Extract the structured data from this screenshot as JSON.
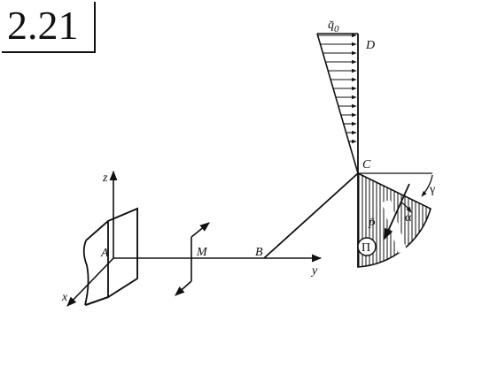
{
  "problem": {
    "number": "2.21"
  },
  "labels": {
    "point_a": "A",
    "point_b": "B",
    "point_c": "C",
    "point_d": "D",
    "moment_m": "M",
    "axis_x": "x",
    "axis_y": "y",
    "axis_z": "z",
    "load_q0": "q̄",
    "load_q0_sub": "0",
    "force_p": "P̄",
    "angle_alpha": "α",
    "angle_gamma": "γ",
    "plane_pi": "Π"
  },
  "colors": {
    "ink": "#111111",
    "paper": "#ffffff"
  }
}
